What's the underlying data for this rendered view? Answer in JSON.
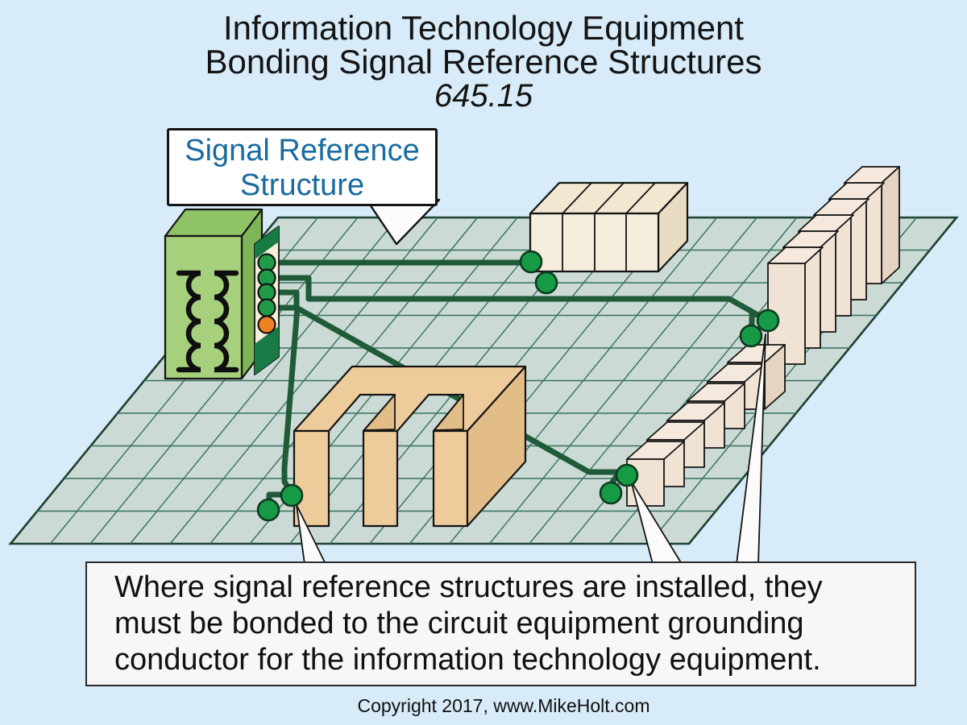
{
  "title": {
    "line1": "Information Technology Equipment",
    "line2": "Bonding Signal Reference Structures",
    "code": "645.15"
  },
  "callout": {
    "line1": "Signal Reference",
    "line2": "Structure"
  },
  "note": {
    "line1": "Where signal reference structures are installed, they",
    "line2": "must be bonded to the circuit equipment grounding",
    "line3": "conductor for the information technology equipment."
  },
  "footer": {
    "copyright": "Copyright 2017, www.MikeHolt.com"
  },
  "colors": {
    "background": "#d8ebf8",
    "grid_floor": "#cbdad5",
    "grid_line": "#38705e",
    "grid_border": "#1d4033",
    "conductor": "#1f5b39",
    "dot_fill": "#169a45",
    "dot_stroke": "#0e3a20",
    "green_front": "#a6d07c",
    "green_top": "#90c366",
    "green_side": "#7eb657",
    "strip_cream": "#f3efd9",
    "wedge_green": "#187a44",
    "terminal_green": "#1f9b48",
    "terminal_orange": "#f08122",
    "coil_black": "#0f0f0f",
    "cream_front": "#f6eedc",
    "cream_top": "#f2e8d2",
    "cream_side": "#eadcc4",
    "rack_front": "#f0e3d4",
    "rack_top": "#f4e9dc",
    "rack_side": "#e5d4c2",
    "tan_face": "#eecb9b",
    "tan_side": "#e3bd87",
    "pointer_fill": "#fbfbfb",
    "note_bg": "#f7f7f7",
    "outline": "#141414",
    "callout_text": "#1a6b9f"
  }
}
